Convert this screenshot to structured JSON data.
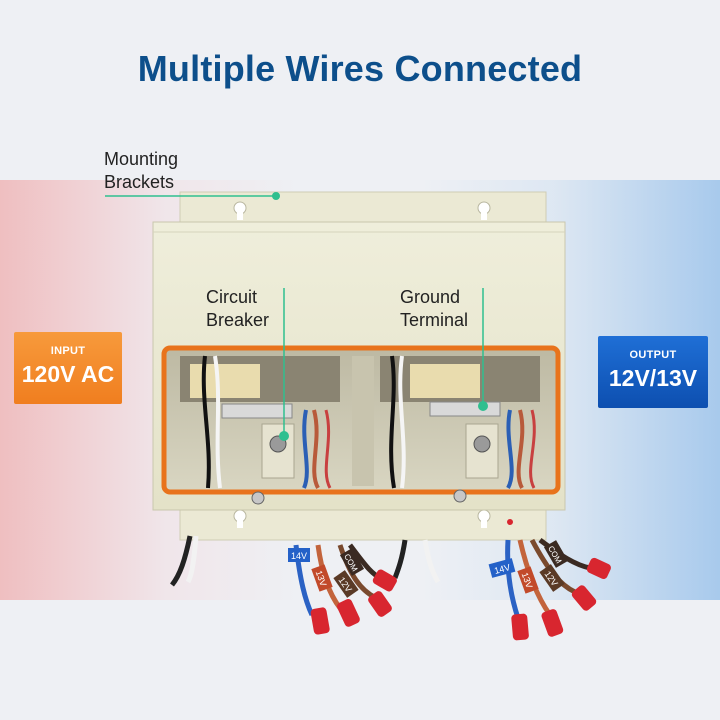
{
  "title": "Multiple Wires Connected",
  "callouts": {
    "mounting": [
      "Mounting",
      "Brackets"
    ],
    "breaker": [
      "Circuit",
      "Breaker"
    ],
    "ground": [
      "Ground",
      "Terminal"
    ]
  },
  "input_badge": {
    "label": "INPUT",
    "value": "120V AC"
  },
  "output_badge": {
    "label": "OUTPUT",
    "value": "12V/13V"
  },
  "wire_tags": [
    "14V",
    "13V",
    "COM",
    "12V"
  ],
  "colors": {
    "title": "#0d4f8b",
    "callout_line": "#2fbf8f",
    "input": "#f07e1f",
    "output": "#0d4fb0",
    "highlight": "#e8731c",
    "housing": "#ecebd6"
  }
}
